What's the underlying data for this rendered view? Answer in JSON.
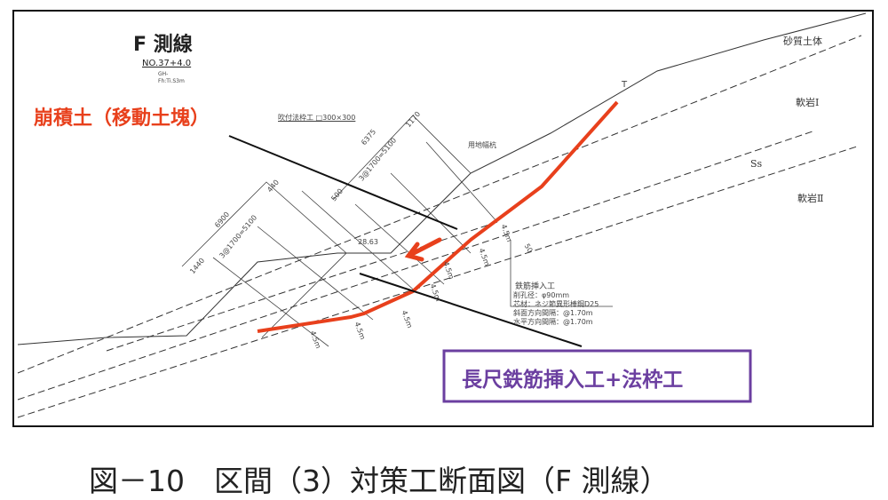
{
  "title": "F 測線",
  "station": "NO.37+4.0",
  "station_sub": [
    "GH-",
    "Fh:Ti.S3m"
  ],
  "colluvium_label": "崩積土（移動土塊）",
  "slope_frame_label": "吹付法枠工 □300×300",
  "boundary_stake_label": "用地幅杭",
  "top_marker": "T",
  "layers": {
    "sandy": "砂質土体",
    "soft_rock_1": "軟岩Ⅰ",
    "ss": "Ss",
    "soft_rock_2": "軟岩Ⅱ"
  },
  "dimensions": {
    "upper_total": "6375",
    "upper_top": "1170",
    "upper_spacing": "3@1700=5100",
    "upper_bottom": "500",
    "lower_total": "6900",
    "lower_spacing": "3@1700=5100",
    "lower_top": "440",
    "lower_bottom": "1440",
    "berm": "28.63",
    "angle": "50"
  },
  "nail_lengths": [
    "4.5m",
    "4.5m",
    "4.5m",
    "4.5m",
    "4.5m",
    "4.5m",
    "4.5m"
  ],
  "nail_spec": {
    "title": "鉄筋挿入工",
    "lines": [
      "削孔径：φ90mm",
      "芯材：ネジ節異形棒鋼D25",
      "斜面方向間隔：@1.70m",
      "水平方向間隔：@1.70m"
    ]
  },
  "countermeasure_label": "長尺鉄筋挿入工+法枠工",
  "caption": "図－10　区間（3）対策工断面図（F 測線）",
  "colors": {
    "slip_line": "#e8401c",
    "label_red": "#e8401c",
    "box_purple": "#6b3fa0"
  }
}
